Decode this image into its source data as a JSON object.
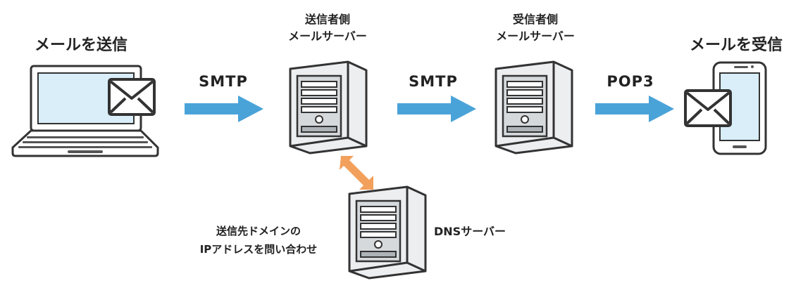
{
  "labels": {
    "send_mail": "メールを送信",
    "sender_server_line1": "送信者側",
    "sender_server_line2": "メールサーバー",
    "receiver_server_line1": "受信者側",
    "receiver_server_line2": "メールサーバー",
    "receive_mail": "メールを受信",
    "dns_server": "DNSサーバー",
    "query_line1": "送信先ドメインの",
    "query_line2": "IPアドレスを問い合わせ"
  },
  "protocols": {
    "first": "SMTP",
    "second": "SMTP",
    "third": "POP3"
  },
  "colors": {
    "flow_arrow": "#4aa3d8",
    "dns_arrow": "#f2a05c",
    "screen": "#d9eef8",
    "server_body": "#d6d9dc"
  },
  "icons": [
    "laptop-icon",
    "envelope-icon",
    "server-icon",
    "smartphone-icon"
  ]
}
